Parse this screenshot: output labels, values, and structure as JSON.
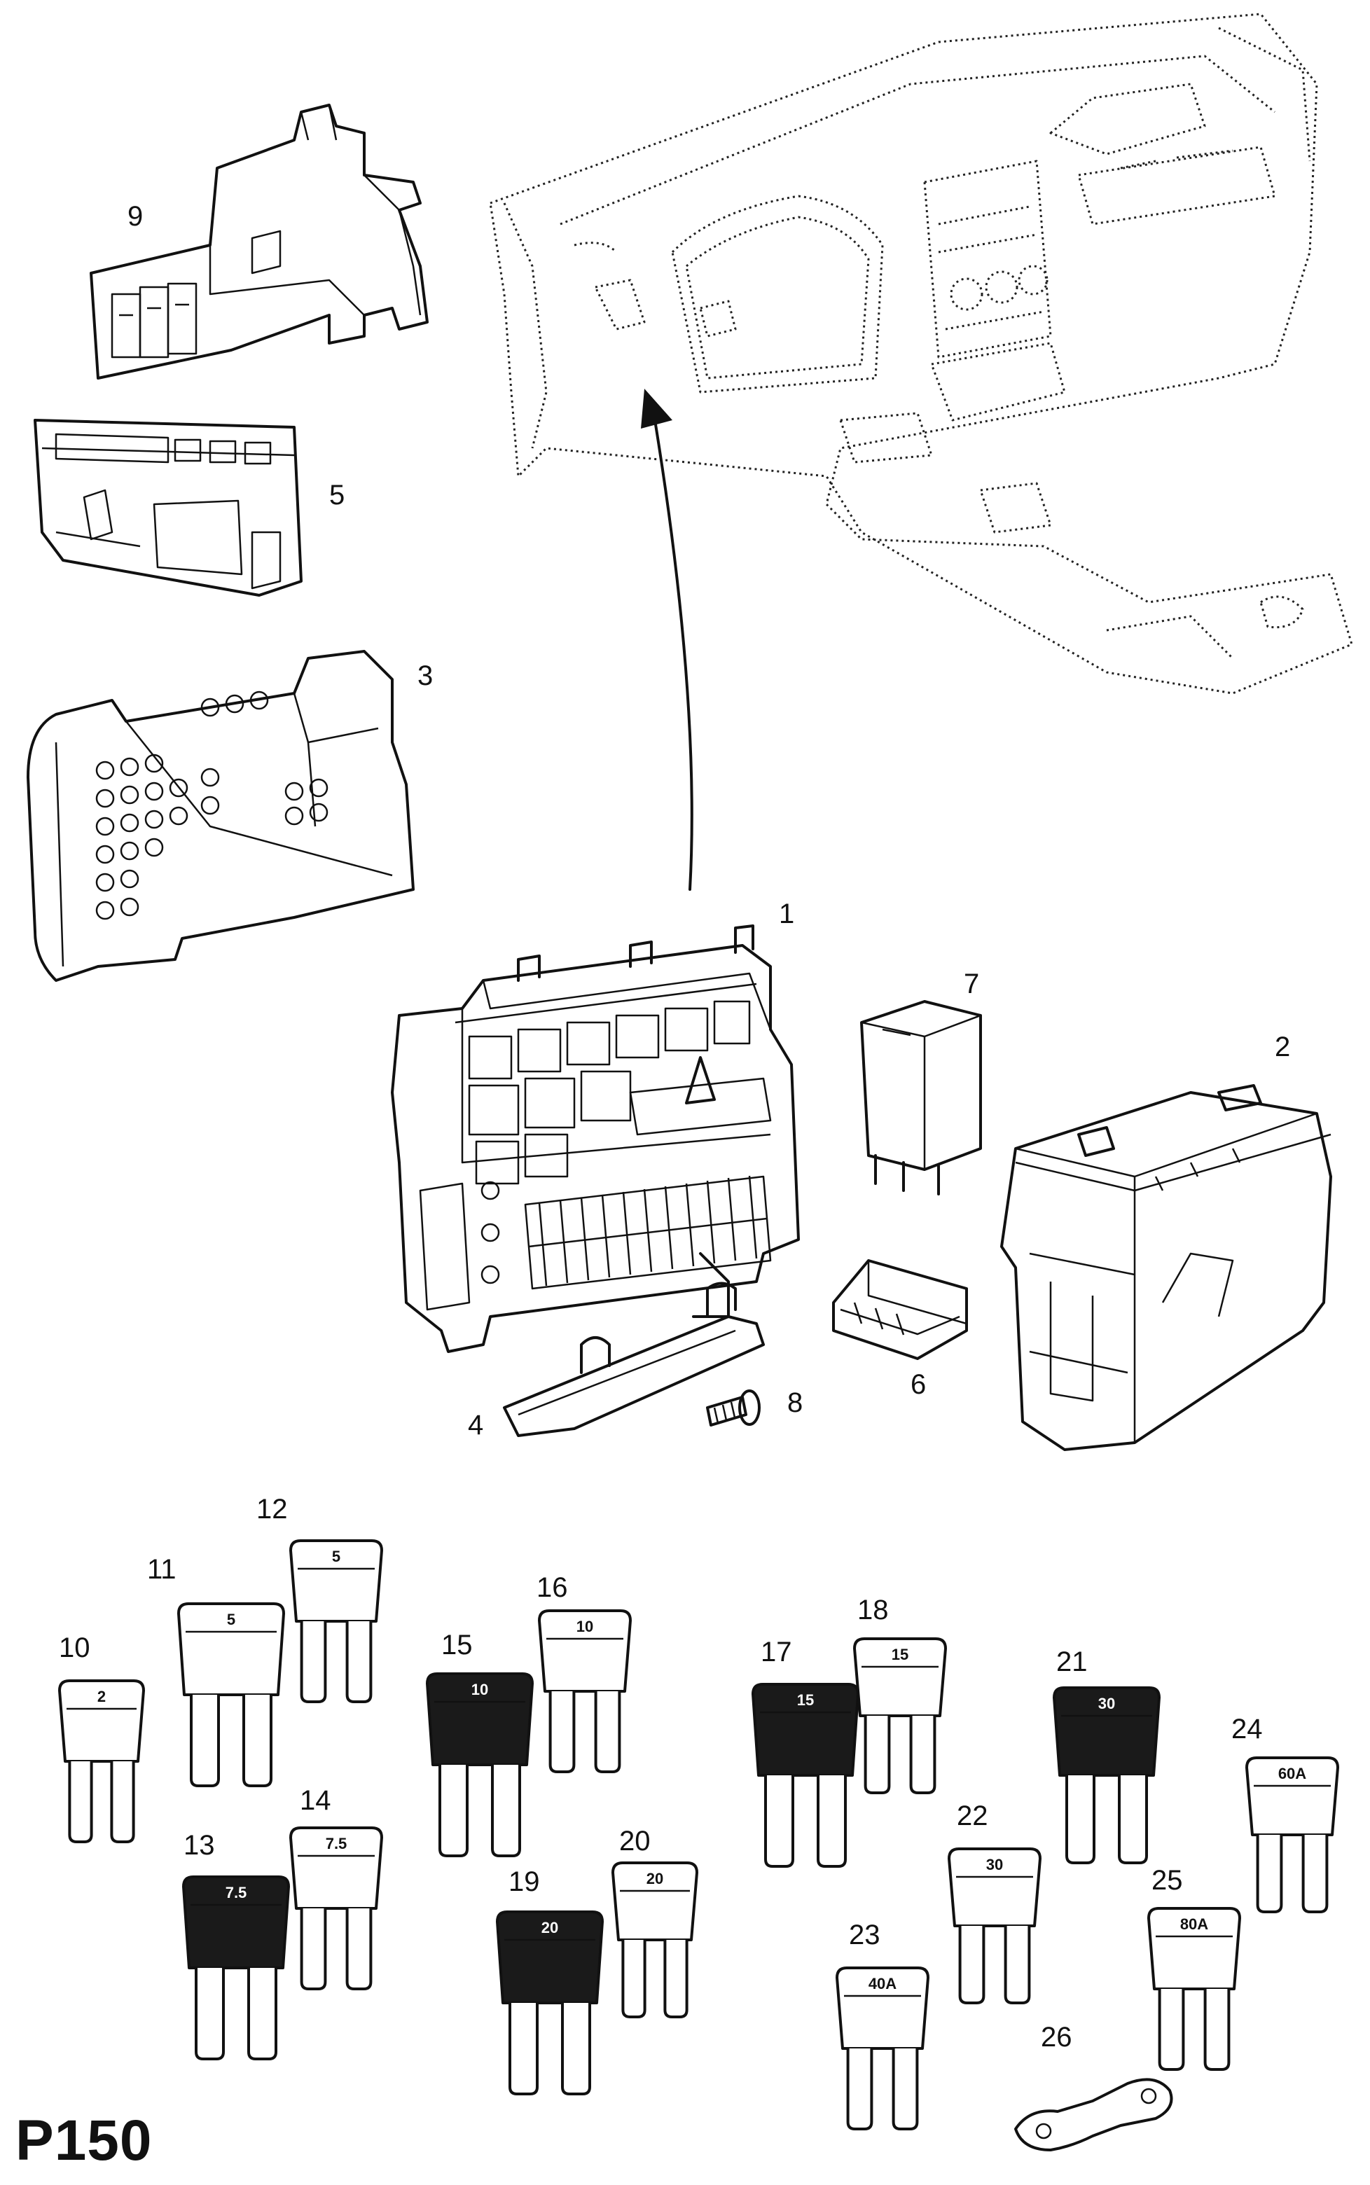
{
  "page_code": "P150",
  "callouts": {
    "c1": "1",
    "c2": "2",
    "c3": "3",
    "c4": "4",
    "c5": "5",
    "c6": "6",
    "c7": "7",
    "c8": "8",
    "c9": "9",
    "c10": "10",
    "c11": "11",
    "c12": "12",
    "c13": "13",
    "c14": "14",
    "c15": "15",
    "c16": "16",
    "c17": "17",
    "c18": "18",
    "c19": "19",
    "c20": "20",
    "c21": "21",
    "c22": "22",
    "c23": "23",
    "c24": "24",
    "c25": "25",
    "c26": "26"
  },
  "fuse_ratings": {
    "f10": "2",
    "f11": "5",
    "f12": "5",
    "f13": "7.5",
    "f14": "7.5",
    "f15": "10",
    "f16": "10",
    "f17": "15",
    "f18": "15",
    "f19": "20",
    "f20": "20",
    "f21": "30",
    "f22": "30",
    "f23": "40A",
    "f24": "60A",
    "f25": "80A"
  }
}
